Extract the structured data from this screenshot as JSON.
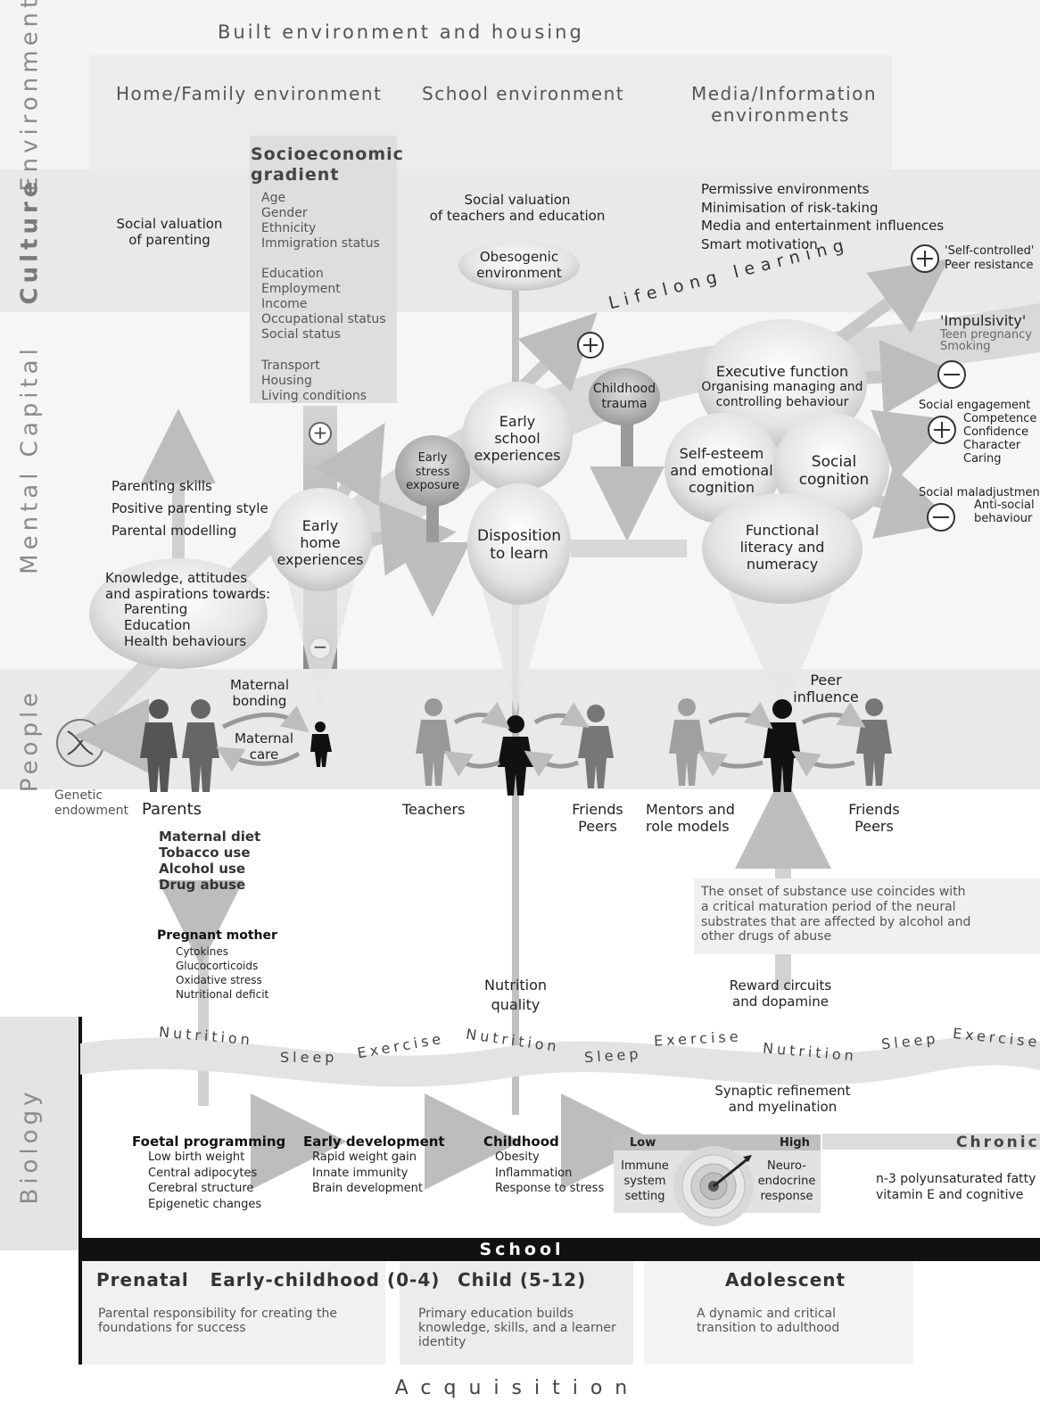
{
  "bands": {
    "environments": "Environments",
    "culture": "Culture",
    "mental_capital": "Mental Capital",
    "people": "People",
    "biology": "Biology"
  },
  "environments": {
    "built": "Built environment and housing",
    "home": "Home/Family environment",
    "school": "School environment",
    "media": [
      "Media/Information",
      "environments"
    ]
  },
  "socioeconomic": {
    "title": [
      "Socioeconomic",
      "gradient"
    ],
    "group1": [
      "Age",
      "Gender",
      "Ethnicity",
      "Immigration status"
    ],
    "group2": [
      "Education",
      "Employment",
      "Income",
      "Occupational status",
      "Social status"
    ],
    "group3": [
      "Transport",
      "Housing",
      "Living conditions"
    ],
    "plus": "+",
    "minus": "−"
  },
  "culture": {
    "parenting": [
      "Social valuation",
      "of parenting"
    ],
    "teachers": [
      "Social valuation",
      "of teachers and education"
    ],
    "obesogenic": [
      "Obesogenic",
      "environment"
    ],
    "media_list": [
      "Permissive environments",
      "Minimisation of risk-taking",
      "Media and entertainment influences",
      "Smart motivation"
    ],
    "self_controlled": [
      "'Self-controlled'",
      "Peer resistance"
    ],
    "lifelong": "Lifelong learning"
  },
  "mental": {
    "parenting_skills": [
      "Parenting skills",
      "Positive parenting style",
      "Parental modelling"
    ],
    "knowledge": [
      "Knowledge, attitudes",
      "and aspirations towards:",
      "Parenting",
      "Education",
      "Health behaviours"
    ],
    "early_home": [
      "Early",
      "home",
      "experiences"
    ],
    "early_stress": [
      "Early",
      "stress",
      "exposure"
    ],
    "early_school": [
      "Early",
      "school",
      "experiences"
    ],
    "disposition": [
      "Disposition",
      "to learn"
    ],
    "childhood_trauma": [
      "Childhood",
      "trauma"
    ],
    "executive": [
      "Executive function",
      "Organising managing and",
      "controlling behaviour"
    ],
    "self_esteem": [
      "Self-esteem",
      "and emotional",
      "cognition"
    ],
    "social_cognition": [
      "Social",
      "cognition"
    ],
    "functional": [
      "Functional",
      "literacy and",
      "numeracy"
    ],
    "impulsivity": [
      "'Impulsivity'",
      "Teen pregnancy",
      "Smoking"
    ],
    "social_engagement": [
      "Social engagement",
      "Competence",
      "Confidence",
      "Character",
      "Caring"
    ],
    "social_maladjustment": [
      "Social maladjustment",
      "Anti-social",
      "behaviour"
    ]
  },
  "people": {
    "maternal_bonding": [
      "Maternal",
      "bonding"
    ],
    "maternal_care": [
      "Maternal",
      "care"
    ],
    "genetic": [
      "Genetic",
      "endowment"
    ],
    "parents": "Parents",
    "teachers": "Teachers",
    "friends_peers_1": [
      "Friends",
      "Peers"
    ],
    "mentors": [
      "Mentors and",
      "role models"
    ],
    "peer_influence": [
      "Peer",
      "influence"
    ],
    "friends_peers_2": [
      "Friends",
      "Peers"
    ]
  },
  "prenatal_risks": [
    "Maternal diet",
    "Tobacco use",
    "Alcohol use",
    "Drug abuse"
  ],
  "pregnant_mother": {
    "title": "Pregnant mother",
    "items": [
      "Cytokines",
      "Glucocorticoids",
      "Oxidative stress",
      "Nutritional deficit"
    ]
  },
  "substance_note": [
    "The onset of substance use coincides with",
    "a critical maturation period of the neural",
    "substrates that are affected by alcohol and",
    "other drugs of abuse"
  ],
  "nutrition_quality": [
    "Nutrition",
    "quality"
  ],
  "reward_circuits": [
    "Reward circuits",
    "and dopamine"
  ],
  "wave_words": [
    "Nutrition",
    "Sleep",
    "Exercise",
    "Nutrition",
    "Sleep",
    "Exercise",
    "Nutrition",
    "Sleep",
    "Exercise"
  ],
  "synaptic": [
    "Synaptic refinement",
    "and myelination"
  ],
  "biology": {
    "foetal": {
      "title": "Foetal programming",
      "items": [
        "Low birth weight",
        "Central adipocytes",
        "Cerebral structure",
        "Epigenetic changes"
      ]
    },
    "early_dev": {
      "title": "Early development",
      "items": [
        "Rapid weight gain",
        "Innate immunity",
        "Brain development"
      ]
    },
    "childhood": {
      "title": "Childhood",
      "items": [
        "Obesity",
        "Inflammation",
        "Response to stress"
      ]
    },
    "gauge": {
      "low": "Low",
      "high": "High",
      "left": [
        "Immune",
        "system",
        "setting"
      ],
      "right": [
        "Neuro-",
        "endocrine",
        "response"
      ]
    },
    "chronic": "Chronic",
    "fatty": [
      "n-3 polyunsaturated fatty",
      "vitamin E and cognitive"
    ]
  },
  "school_bar": "School",
  "stages": [
    {
      "title": "Prenatal   Early-childhood (0-4)",
      "desc": "Parental responsibility for creating the foundations for success"
    },
    {
      "title": "Child (5-12)",
      "desc": "Primary education builds knowledge, skills, and a learner identity"
    },
    {
      "title": "Adolescent",
      "desc": "A dynamic and critical transition to adulthood"
    }
  ],
  "acquisition": "Acquisition"
}
